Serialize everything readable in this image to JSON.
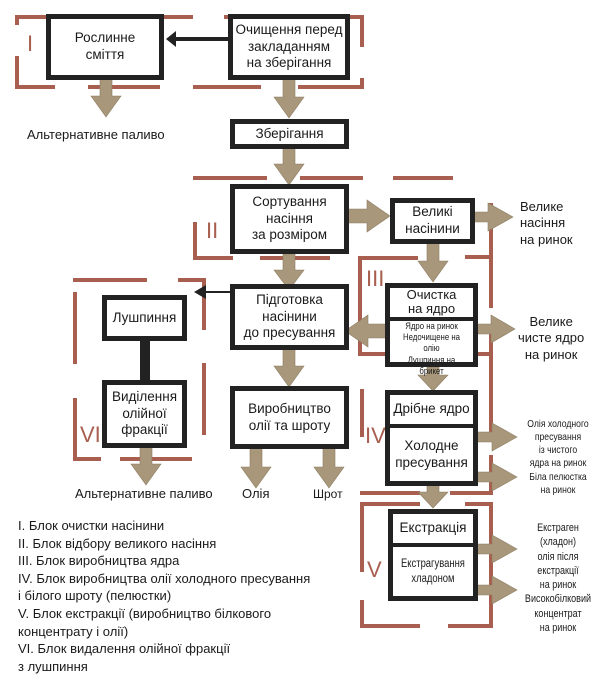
{
  "diagram": {
    "blocks": {
      "roslynne_smittia": "Рослинне\nсміття",
      "ochyshchennia": "Очищення перед\nзакладанням\nна зберігання",
      "zberigannia": "Зберігання",
      "sortuvannia": "Сортування\nнасіння\nза розміром",
      "veliki_nasinyny": "Великі\nнасінини",
      "ochystka_na_yadro": "Очистка\nна ядро",
      "ochystka_details": "Ядро на ринок\nНедочищене на олію\nЛушпиння на брикет",
      "pidhotovka": "Підготовка\nнасінини\nдо пресування",
      "lushpynnia": "Лушпиння",
      "vydilennia": "Виділення\nолійної\nфракції",
      "vyrobnytstvo": "Виробництво\nолії та шроту",
      "dribne_yadro": "Дрібне ядро",
      "kholodne_presuvannia": "Холодне\nпресування",
      "ekstraktsiia": "Екстракція",
      "ekstrahuvannia": "Екстрагування\nхладоном"
    },
    "outputs": {
      "alt_fuel_top": "Альтернативне паливо",
      "alt_fuel_bottom": "Альтернативне паливо",
      "oil": "Олія",
      "meal": "Шрот",
      "large_seeds_market": "Велике\nнасіння\nна ринок",
      "large_kernel_market": "Велике\nчисте ядро\nна ринок",
      "cold_press_outputs": "Олія холодного\nпресування\nіз чистого\nядра на ринок\nБіла пелюстка\nна ринок",
      "extraction_outputs": "Екстраген\n(хладон)\nолія після\nекстракції\nна ринок\nВисокобілковий\nконцентрат\nна ринок"
    },
    "block_numerals": [
      "I",
      "II",
      "III",
      "IV",
      "V",
      "VI"
    ],
    "legend": [
      "I. Блок очистки насінини",
      "II. Блок відбору великого насіння",
      "III. Блок виробництва ядра",
      "IV. Блок виробництва олії холодного пресування",
      "і білого шроту (пелюстки)",
      "V. Блок екстракції (виробництво білкового",
      "концентрату і олії)",
      "VI. Блок видалення олійної фракції",
      "з лушпиння"
    ],
    "colors": {
      "block_border": "#222222",
      "group_outline": "#a85f4f",
      "flow_arrow": "#a8977a"
    }
  }
}
